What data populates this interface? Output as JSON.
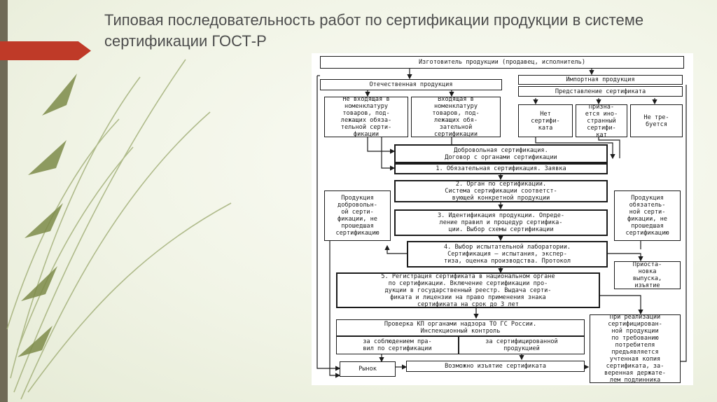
{
  "title": "Типовая последовательность работ по сертификации продукции в системе сертификации ГОСТ-Р",
  "diagram": {
    "manufacturer": "Изготовитель продукции (продавец, исполнитель)",
    "domestic": "Отечественная продукция",
    "imported": "Импортная продукция",
    "certificate_submission": "Представление сертификата",
    "not_in_list": "Не входящая в\nноменклатуру\nтоваров, под-\nлежащих обяза-\nтельной серти-\nфикации",
    "in_list": "Входящая в\nноменклатуру\nтоваров, под-\nлежащих обя-\nзательной\nсертификации",
    "no_certificate": "Нет\nсертифи-\nката",
    "foreign_recognized": "Призна-\nется ино-\nстранный\nсертифи-\nкат",
    "not_required": "Не тре-\nбуется",
    "voluntary": "Добровольная сертификация.\nДоговор с органами сертификации",
    "step1": "1. Обязательная сертификация. Заявка",
    "step2": "2. Орган по сертификации.\nСистема сертификации соответст-\nвующей конкретной продукции",
    "voluntary_failed": "Продукция\nдобровольн-\nой серти-\nфикации, не\nпрошедшая\nсертификацию",
    "mandatory_failed": "Продукция\nобязатель-\nной серти-\nфикации, не\nпрошедшая\nсертификацию",
    "step3": "3. Идентификация продукции. Опреде-\nление правил и процедур сертифика-\nции. Выбор схемы сертификации",
    "step4": "4. Выбор испытательной лаборатории.\nСертификация — испытания, экспер-\nтиза, оценка производства. Протокол",
    "suspension": "Приоста-\nновка\nвыпуска,\nизъятие",
    "step5": "5. Регистрация сертификата в национальном органе\nпо сертификации. Включение сертификации про-\nдукции в государственный реестр. Выдача серти-\nфиката и лицензии на право применения знака\nсертификата на срок до 3 лет",
    "inspection": "Проверка КП органами надзора ТО ГС России.\nИнспекционный контроль",
    "compliance": "за соблюдением пра-\nвил по сертификации",
    "certified_products": "за сертифицированной\nпродукцией",
    "market": "Рынок",
    "withdrawal": "Возможно изъятие сертификата",
    "sale_note": "При реализации\nсертифицирован-\nной продукции\nпо требованию\nпотребителя\nпредъявляется\nучтенная копия\nсертификата, за-\nверенная держате-\nлем подлинника"
  }
}
